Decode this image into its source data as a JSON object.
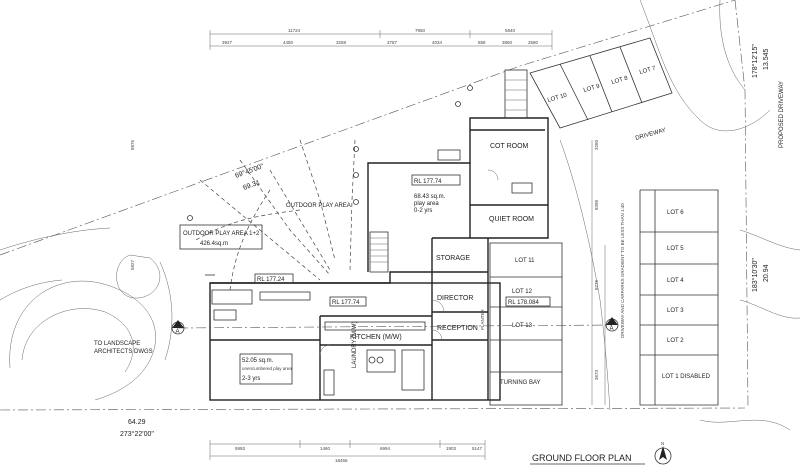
{
  "title": "GROUND FLOOR PLAN",
  "north": "N",
  "section_marker": "A",
  "rooms": {
    "cot_room": "COT ROOM",
    "quiet_room": "QUIET ROOM",
    "storage": "STORAGE",
    "director": "DIRECTOR",
    "reception": "RECEPTION",
    "kitchen": "KITCHEN (M/W)",
    "laundry": "LAUNDRY (M/W)"
  },
  "play_rooms": [
    {
      "rl": "RL 177.74",
      "area": "68.43 sq.m.",
      "desc": "play area",
      "ages": "0-2 yrs"
    },
    {
      "area": "52.05 sq.m.",
      "desc": "unencumbered play area",
      "ages": "2-3 yrs"
    }
  ],
  "outdoor": {
    "label": "OUTDOOR PLAY AREA",
    "box_title": "OUTDOOR PLAY AREA 1+2",
    "box_area": "426.4sq.m"
  },
  "levels": [
    "RL 177.24",
    "RL 177.74",
    "RL 178.084"
  ],
  "lots_upper": [
    "LOT 10",
    "LOT 9",
    "LOT 8",
    "LOT 7"
  ],
  "lots_right": [
    "LOT 6",
    "LOT 5",
    "LOT 4",
    "LOT 3",
    "LOT 2",
    "LOT 1 DISABLED"
  ],
  "lots_middle": [
    "LOT 11",
    "LOT 12",
    "LOT 13",
    "TURNING BAY"
  ],
  "driveway": "DRIVEWAY",
  "proposed_driveway": "PROPOSED DRIVEWAY",
  "carpark_note": "DRIVEWAY AND CARPARKS GRADIENT TO BE LESS THAN 1:40",
  "landscape_note": [
    "TO LANDSCAPE",
    "ARCHITECTS DWGS"
  ],
  "planter": "PLANTER",
  "boundaries": {
    "north_bearing": "69°45'00\"",
    "north_length": "69.31",
    "east_top_bearing": "178°12'15\"",
    "east_top_length": "13.545",
    "east_bearing": "183°10'30\"",
    "east_length": "20.94",
    "south_length": "64.29",
    "south_bearing": "273°22'00\""
  },
  "dims_top_outer": [
    "11724",
    "7950",
    "5840"
  ],
  "dims_top_inner": [
    "3927",
    "4450",
    "3258",
    "3787",
    "4034",
    "858",
    "3860",
    "2580"
  ],
  "dims_bottom_inner": [
    "5993",
    "1460",
    "6994",
    "1903",
    "5147"
  ],
  "dims_bottom_total": "18456",
  "dims_vertical": [
    "8776",
    "8398",
    "3260",
    "3673",
    "5827",
    "8876"
  ]
}
